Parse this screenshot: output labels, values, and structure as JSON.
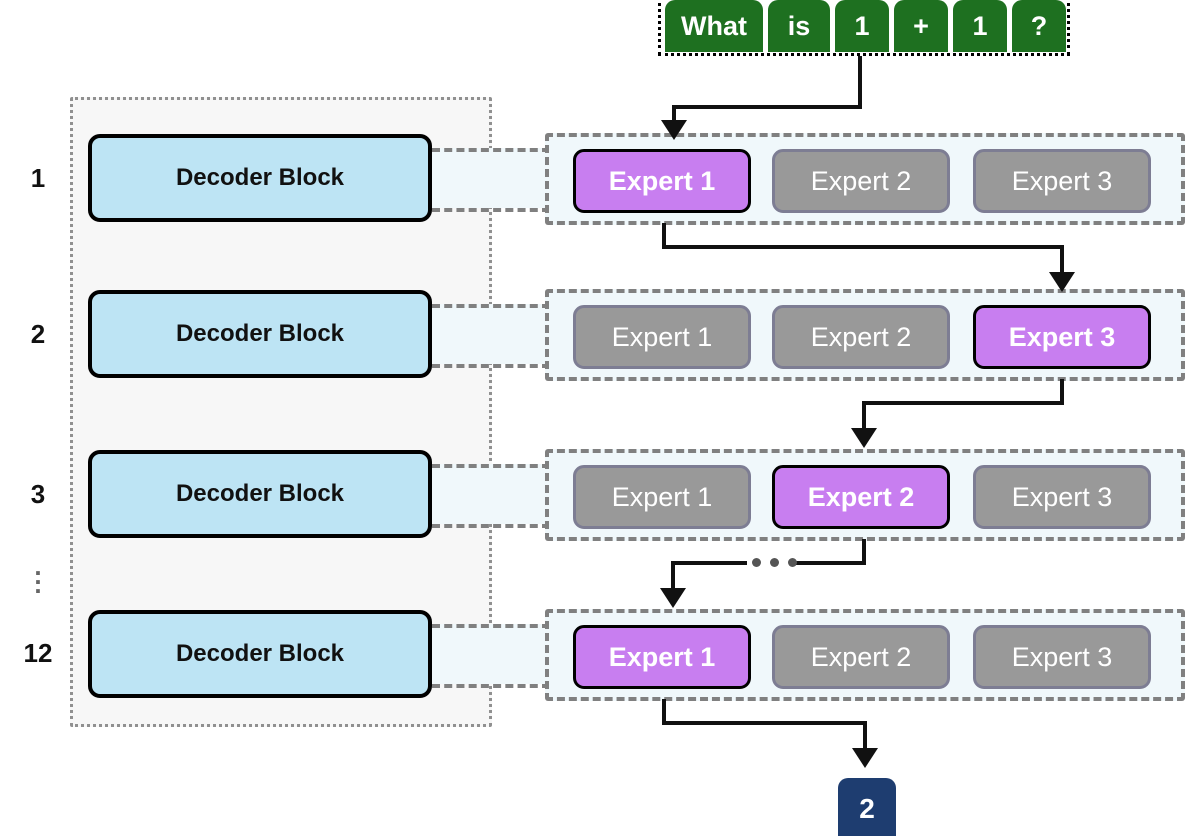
{
  "colors": {
    "token_green": "#1e7020",
    "decoder_blue": "#bde4f4",
    "expert_active": "#c87ef0",
    "expert_inactive": "#999999",
    "expert_row_bg": "#f0f8fb",
    "decoder_container_bg": "#f7f7f7",
    "output_navy": "#1e3d70",
    "line_black": "#111111",
    "dashed_gray": "#808080"
  },
  "input": {
    "tokens": [
      "What",
      "is",
      "1",
      "+",
      "1",
      "?"
    ]
  },
  "layers": [
    {
      "number": "1",
      "decoder_label": "Decoder Block",
      "experts": [
        {
          "label": "Expert 1",
          "state": "active"
        },
        {
          "label": "Expert 2",
          "state": "inactive"
        },
        {
          "label": "Expert 3",
          "state": "inactive"
        }
      ]
    },
    {
      "number": "2",
      "decoder_label": "Decoder Block",
      "experts": [
        {
          "label": "Expert 1",
          "state": "inactive"
        },
        {
          "label": "Expert 2",
          "state": "inactive"
        },
        {
          "label": "Expert 3",
          "state": "active"
        }
      ]
    },
    {
      "number": "3",
      "decoder_label": "Decoder Block",
      "experts": [
        {
          "label": "Expert 1",
          "state": "inactive"
        },
        {
          "label": "Expert 2",
          "state": "active"
        },
        {
          "label": "Expert 3",
          "state": "inactive"
        }
      ]
    },
    {
      "number": "12",
      "decoder_label": "Decoder Block",
      "experts": [
        {
          "label": "Expert 1",
          "state": "active"
        },
        {
          "label": "Expert 2",
          "state": "inactive"
        },
        {
          "label": "Expert 3",
          "state": "inactive"
        }
      ]
    }
  ],
  "ellipsis": {
    "vertical": "⋮",
    "horizontal": "..."
  },
  "output": {
    "token": "2"
  }
}
